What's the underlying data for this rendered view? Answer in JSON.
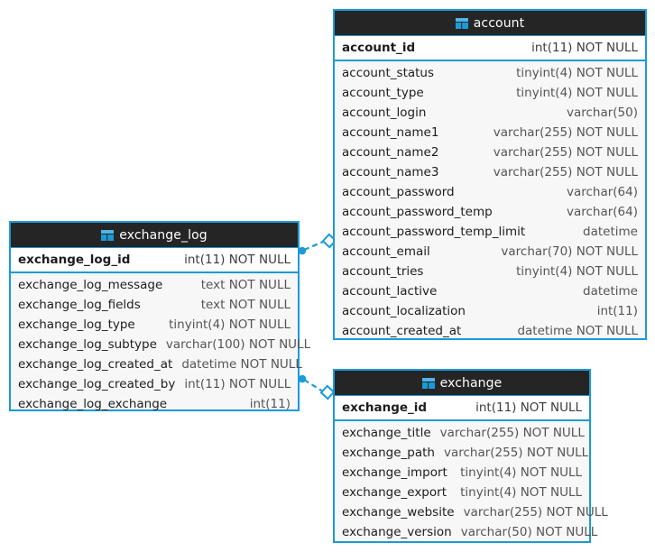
{
  "diagram": {
    "type": "entity-relationship-diagram",
    "background_color": "#ffffff",
    "accent_color": "#1b9ad8",
    "header_color": "#252525",
    "row_color": "#f7f7f7",
    "pk_row_color": "#ffffff"
  },
  "entities": [
    {
      "id": "account",
      "name": "account",
      "icon": "table-icon",
      "primary_key": {
        "name": "account_id",
        "type": "int(11) NOT NULL"
      },
      "columns": [
        {
          "name": "account_status",
          "type": "tinyint(4) NOT NULL"
        },
        {
          "name": "account_type",
          "type": "tinyint(4) NOT NULL"
        },
        {
          "name": "account_login",
          "type": "varchar(50)"
        },
        {
          "name": "account_name1",
          "type": "varchar(255) NOT NULL"
        },
        {
          "name": "account_name2",
          "type": "varchar(255) NOT NULL"
        },
        {
          "name": "account_name3",
          "type": "varchar(255) NOT NULL"
        },
        {
          "name": "account_password",
          "type": "varchar(64)"
        },
        {
          "name": "account_password_temp",
          "type": "varchar(64)"
        },
        {
          "name": "account_password_temp_limit",
          "type": "datetime"
        },
        {
          "name": "account_email",
          "type": "varchar(70) NOT NULL"
        },
        {
          "name": "account_tries",
          "type": "tinyint(4) NOT NULL"
        },
        {
          "name": "account_lactive",
          "type": "datetime"
        },
        {
          "name": "account_localization",
          "type": "int(11)"
        },
        {
          "name": "account_created_at",
          "type": "datetime NOT NULL"
        }
      ]
    },
    {
      "id": "exchange_log",
      "name": "exchange_log",
      "icon": "table-icon",
      "primary_key": {
        "name": "exchange_log_id",
        "type": "int(11) NOT NULL"
      },
      "columns": [
        {
          "name": "exchange_log_message",
          "type": "text NOT NULL"
        },
        {
          "name": "exchange_log_fields",
          "type": "text NOT NULL"
        },
        {
          "name": "exchange_log_type",
          "type": "tinyint(4) NOT NULL"
        },
        {
          "name": "exchange_log_subtype",
          "type": "varchar(100) NOT NULL"
        },
        {
          "name": "exchange_log_created_at",
          "type": "datetime NOT NULL"
        },
        {
          "name": "exchange_log_created_by",
          "type": "int(11) NOT NULL"
        },
        {
          "name": "exchange_log_exchange",
          "type": "int(11)"
        }
      ]
    },
    {
      "id": "exchange",
      "name": "exchange",
      "icon": "table-icon",
      "primary_key": {
        "name": "exchange_id",
        "type": "int(11) NOT NULL"
      },
      "columns": [
        {
          "name": "exchange_title",
          "type": "varchar(255) NOT NULL"
        },
        {
          "name": "exchange_path",
          "type": "varchar(255) NOT NULL"
        },
        {
          "name": "exchange_import",
          "type": "tinyint(4) NOT NULL"
        },
        {
          "name": "exchange_export",
          "type": "tinyint(4) NOT NULL"
        },
        {
          "name": "exchange_website",
          "type": "varchar(255) NOT NULL"
        },
        {
          "name": "exchange_version",
          "type": "varchar(50) NOT NULL"
        }
      ]
    }
  ],
  "relationships": [
    {
      "id": "exchange_log-to-account",
      "from_entity": "exchange_log",
      "from_column": "exchange_log_id",
      "to_entity": "account",
      "to_column": "account_password_temp_limit",
      "style": "dashed",
      "color": "#1b9ad8"
    },
    {
      "id": "exchange_log-to-exchange",
      "from_entity": "exchange_log",
      "from_column": "exchange_log_created_by",
      "to_entity": "exchange",
      "to_column": "exchange_id",
      "style": "dashed",
      "color": "#1b9ad8"
    }
  ]
}
